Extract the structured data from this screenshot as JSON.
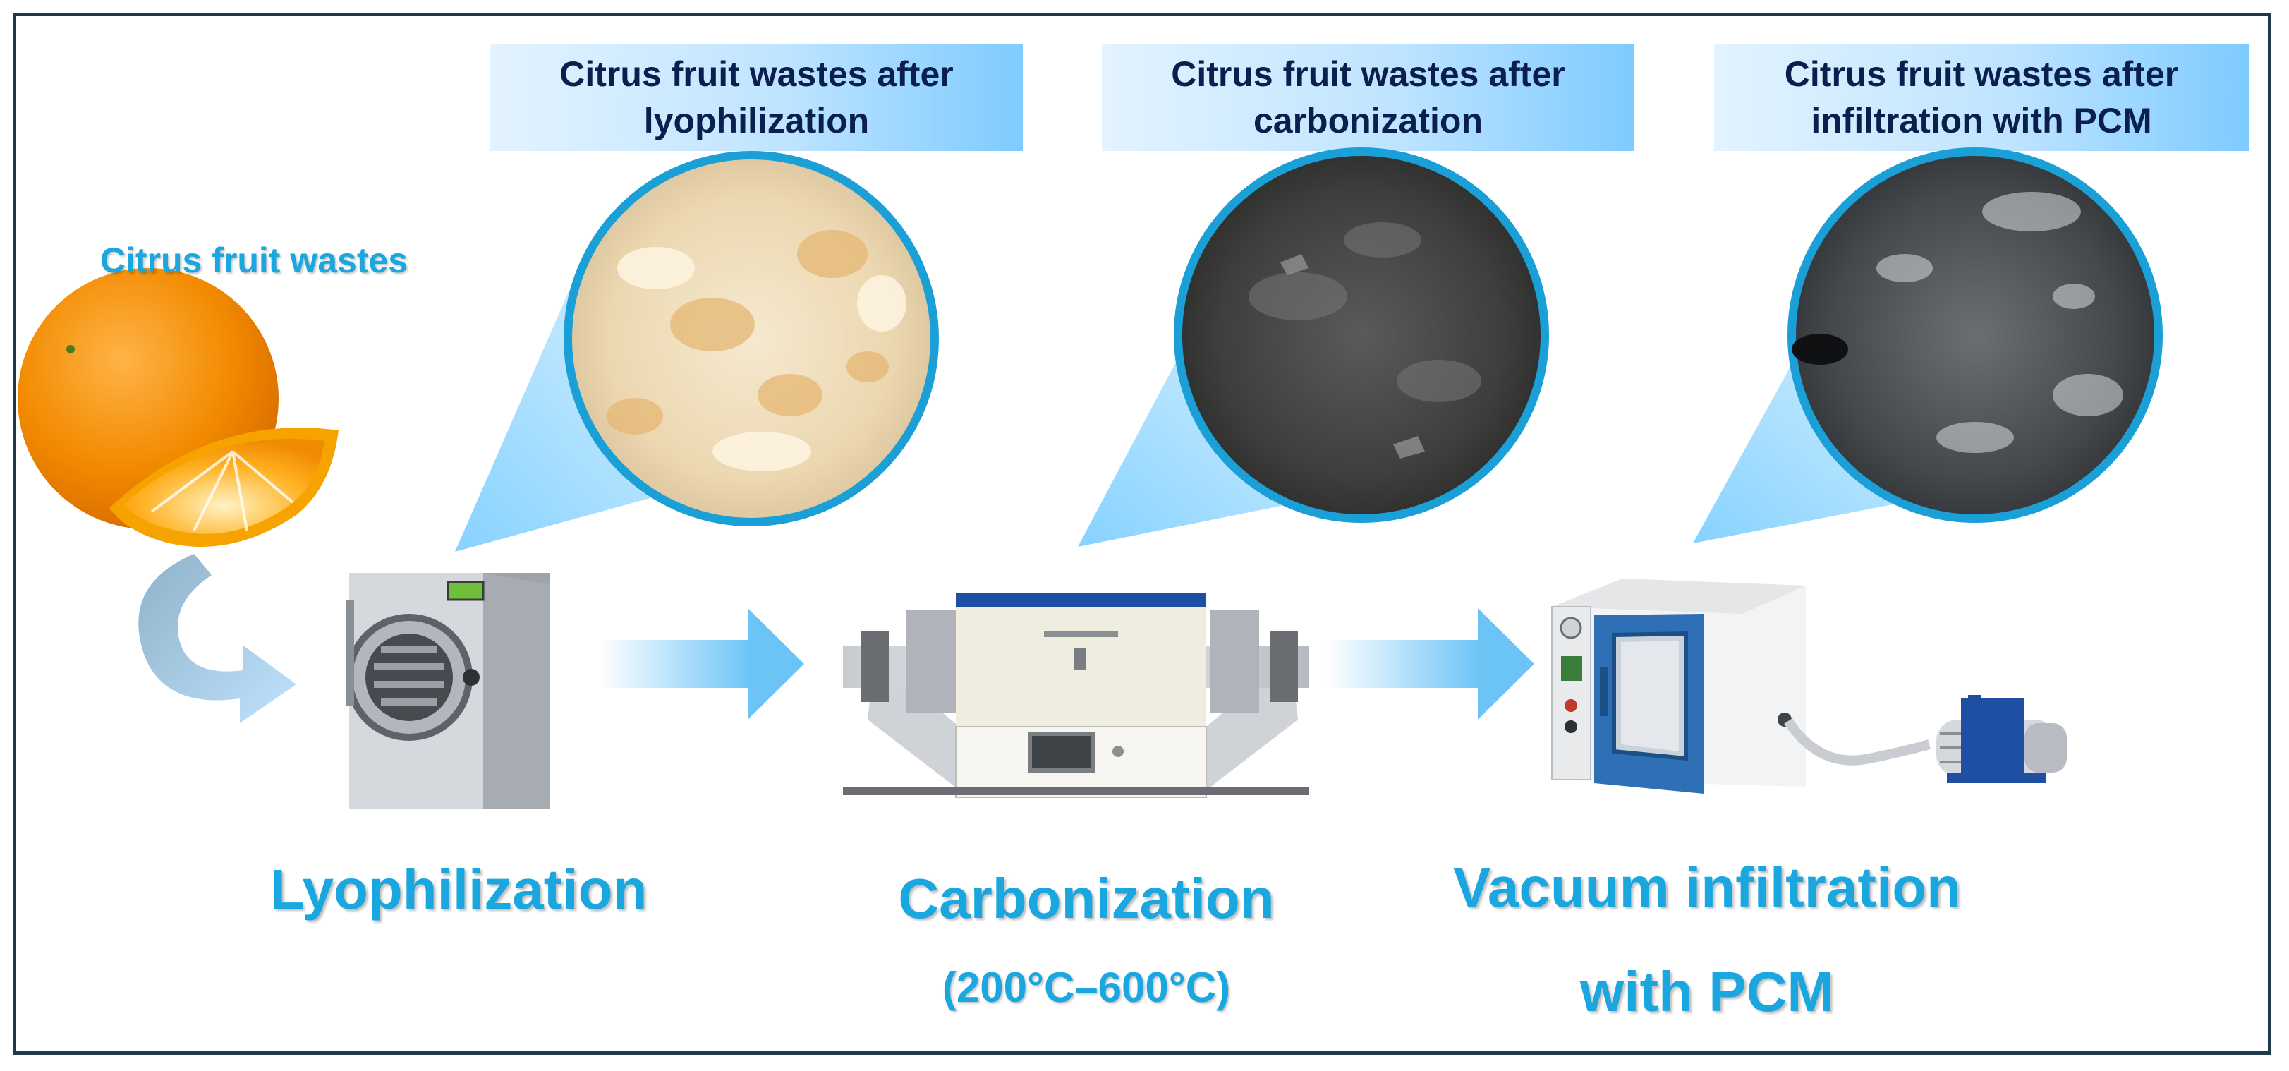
{
  "top_labels": [
    {
      "text_line1": "Citrus fruit wastes after",
      "text_line2": "lyophilization"
    },
    {
      "text_line1": "Citrus fruit wastes after",
      "text_line2": "carbonization"
    },
    {
      "text_line1": "Citrus fruit wastes after",
      "text_line2": "infiltration with PCM"
    }
  ],
  "source_label": "Citrus fruit wastes",
  "steps": [
    {
      "title": "Lyophilization"
    },
    {
      "title": "Carbonization",
      "subtitle": "(200°C–600°C)"
    },
    {
      "title_line1": "Vacuum infiltration",
      "title_line2": "with PCM"
    }
  ],
  "colors": {
    "accent_blue": "#1aa7e0",
    "banner_text": "#0b1f4f",
    "frame": "#1f3a4a",
    "circle_border": "#1a9fd6"
  },
  "icons": [
    "orange-fruit-icon",
    "freeze-dryer-icon",
    "tube-furnace-icon",
    "vacuum-oven-icon",
    "vacuum-pump-icon"
  ]
}
